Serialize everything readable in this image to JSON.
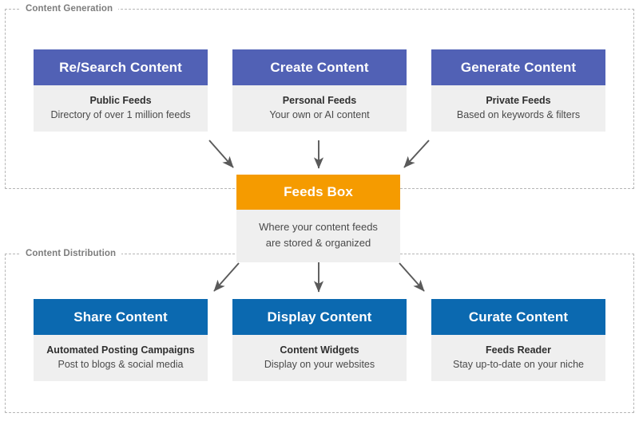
{
  "diagram": {
    "groups": [
      {
        "id": "generation",
        "label": "Content Generation"
      },
      {
        "id": "distribution",
        "label": "Content Distribution"
      }
    ],
    "colors": {
      "generation_accent": "#5161b5",
      "distribution_accent": "#0b69b0",
      "hub_accent": "#f59b00",
      "card_body_bg": "#efefef",
      "frame_border": "#b6b6b6",
      "arrow": "#5a5a5a",
      "label_text": "#7d7d7d"
    },
    "generation_cards": [
      {
        "title": "Re/Search Content",
        "subtitle_bold": "Public Feeds",
        "subtitle": "Directory of over 1 million feeds"
      },
      {
        "title": "Create Content",
        "subtitle_bold": "Personal Feeds",
        "subtitle": "Your own or AI content"
      },
      {
        "title": "Generate Content",
        "subtitle_bold": "Private Feeds",
        "subtitle": "Based on keywords & filters"
      }
    ],
    "hub": {
      "title": "Feeds Box",
      "subtitle_line1": "Where your content feeds",
      "subtitle_line2": "are stored & organized"
    },
    "distribution_cards": [
      {
        "title": "Share Content",
        "subtitle_bold": "Automated Posting Campaigns",
        "subtitle": "Post to blogs & social media"
      },
      {
        "title": "Display Content",
        "subtitle_bold": "Content Widgets",
        "subtitle": "Display on your websites"
      },
      {
        "title": "Curate Content",
        "subtitle_bold": "Feeds Reader",
        "subtitle": "Stay up-to-date on your niche"
      }
    ]
  }
}
